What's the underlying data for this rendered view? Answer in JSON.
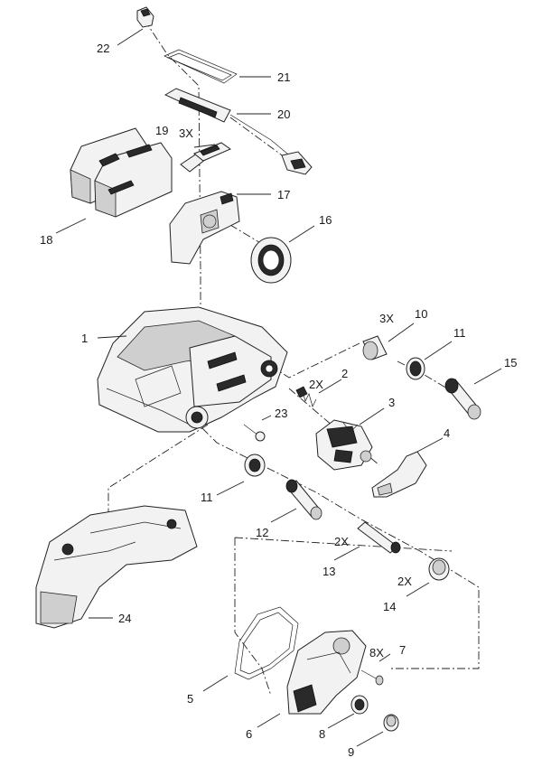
{
  "labels": {
    "p1": "1",
    "p2": "2",
    "p2x_a": "2X",
    "p3": "3",
    "p4": "4",
    "p5": "5",
    "p6": "6",
    "p7": "7",
    "p8x": "8X",
    "p8": "8",
    "p9": "9",
    "p10": "10",
    "p3x_a": "3X",
    "p11_a": "11",
    "p11_b": "11",
    "p12": "12",
    "p13": "13",
    "p2x_b": "2X",
    "p14": "14",
    "p2x_c": "2X",
    "p15": "15",
    "p16": "16",
    "p17": "17",
    "p18": "18",
    "p19": "19",
    "p3x_b": "3X",
    "p20": "20",
    "p21": "21",
    "p22": "22",
    "p23": "23",
    "p24": "24"
  }
}
